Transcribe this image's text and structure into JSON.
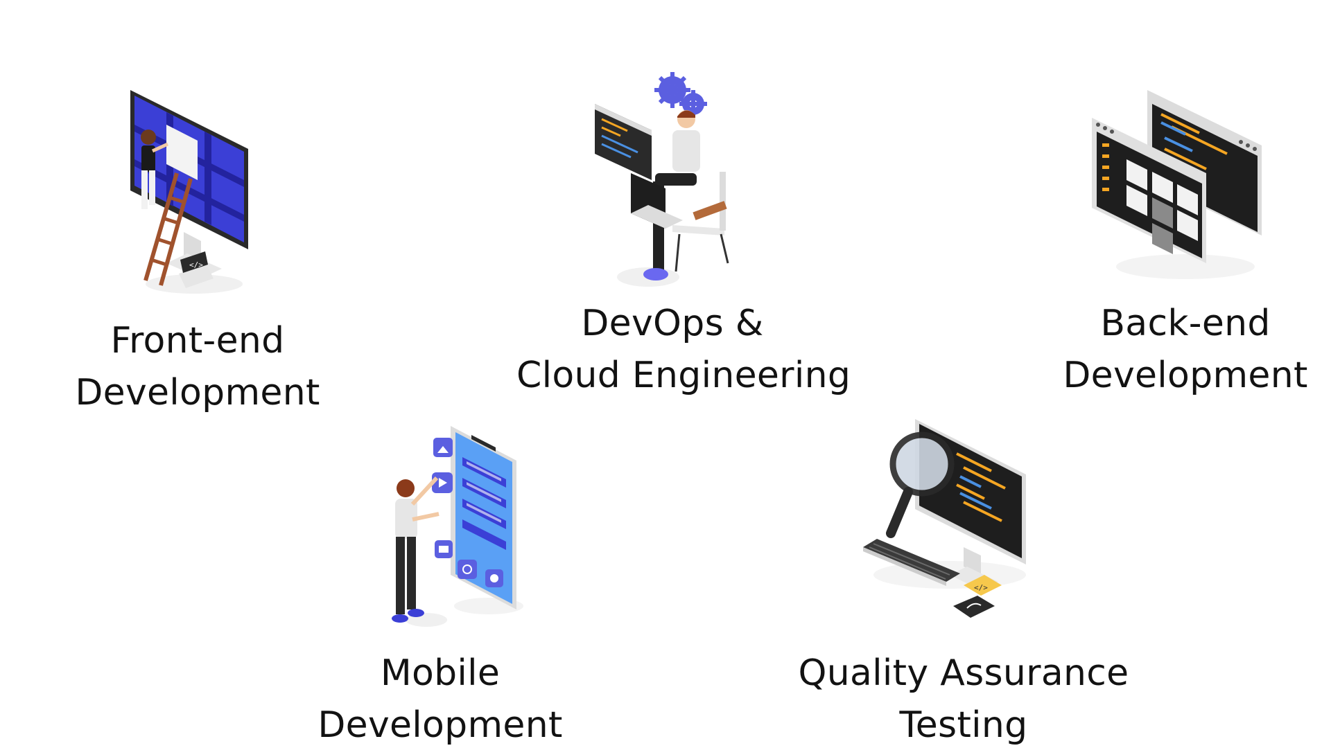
{
  "colors": {
    "accent_blue": "#3b3fd6",
    "accent_purple": "#5b5fe0",
    "phone_blue": "#5aa0f5",
    "screen_dark": "#1e1e1e",
    "code_orange": "#f5a623",
    "sticky_yellow": "#f6c84c",
    "ladder_brown": "#a0522d",
    "text": "#121212"
  },
  "services": [
    {
      "id": "frontend",
      "icon": "monitor-ladder-icon",
      "line1": "Front-end",
      "line2": "Development"
    },
    {
      "id": "devops",
      "icon": "gears-laptop-icon",
      "line1": "DevOps &",
      "line2": "Cloud Engineering"
    },
    {
      "id": "backend",
      "icon": "code-windows-icon",
      "line1": "Back-end",
      "line2": "Development"
    },
    {
      "id": "mobile",
      "icon": "smartphone-app-icon",
      "line1": "Mobile",
      "line2": "Development"
    },
    {
      "id": "qa",
      "icon": "magnifier-monitor-icon",
      "line1": "Quality Assurance",
      "line2": "Testing"
    }
  ]
}
